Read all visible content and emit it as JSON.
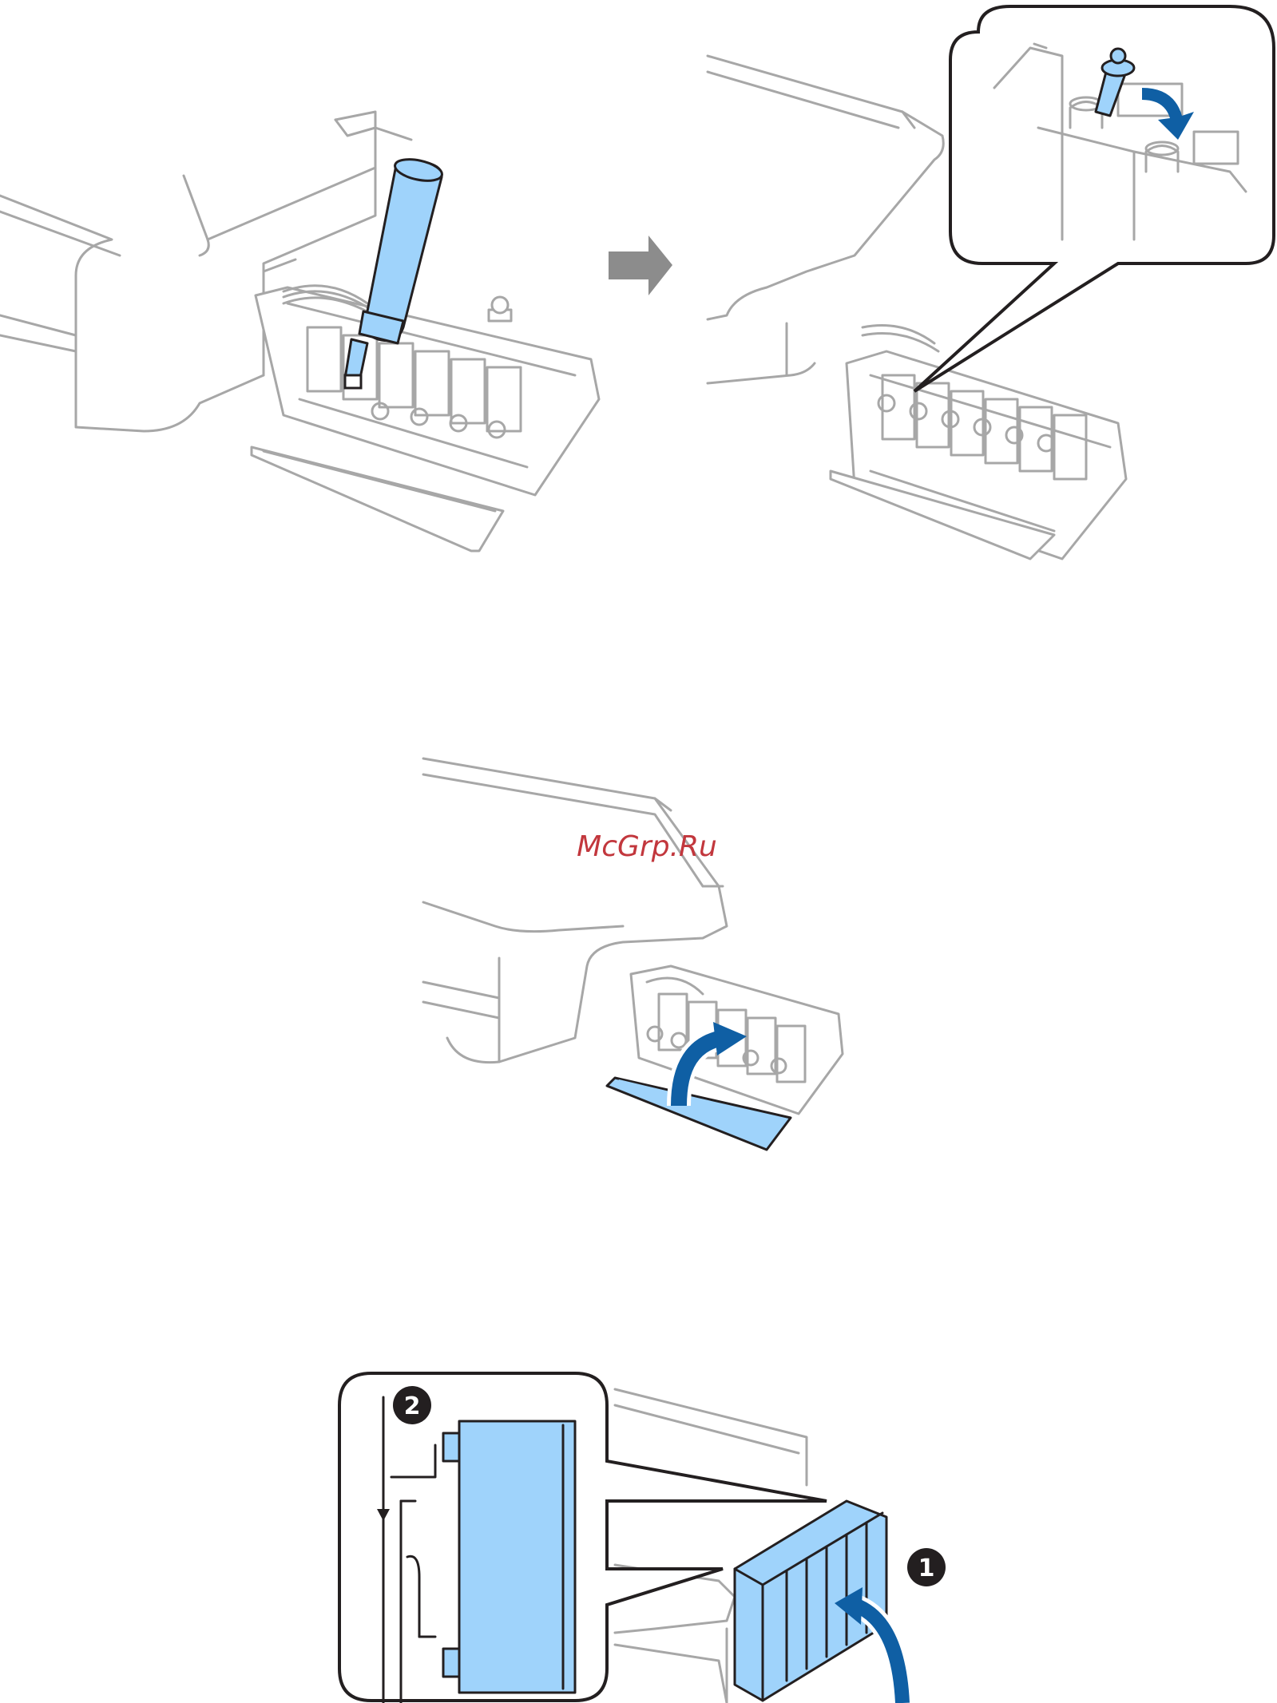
{
  "watermark": "McGrp.Ru",
  "colors": {
    "outline": "#a7a7a7",
    "ink_blue": "#9fd3fb",
    "arrow_blue": "#0f5fa4",
    "next_arrow_gray": "#8c8c8c",
    "badge": "#231f20",
    "watermark": "#c2373d"
  },
  "steps": {
    "step1_badge": "1",
    "step2_badge": "2"
  },
  "icons": [
    "ink-bottle-icon",
    "bottle-cap-icon",
    "next-step-arrow-icon",
    "curved-arrow-icon"
  ]
}
